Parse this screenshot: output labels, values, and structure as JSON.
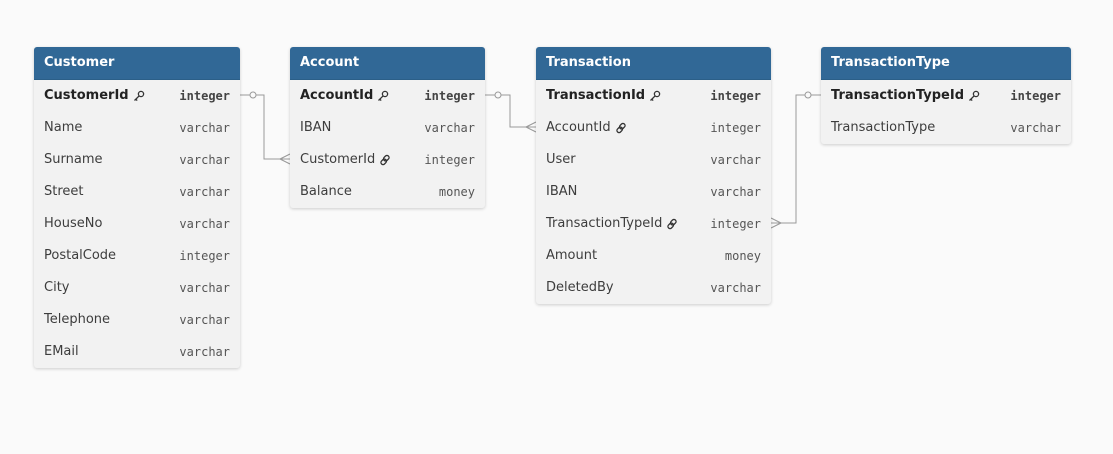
{
  "tables": [
    {
      "title": "Customer",
      "columns": [
        {
          "name": "CustomerId",
          "type": "integer",
          "icon": "key-icon"
        },
        {
          "name": "Name",
          "type": "varchar"
        },
        {
          "name": "Surname",
          "type": "varchar"
        },
        {
          "name": "Street",
          "type": "varchar"
        },
        {
          "name": "HouseNo",
          "type": "varchar"
        },
        {
          "name": "PostalCode",
          "type": "integer"
        },
        {
          "name": "City",
          "type": "varchar"
        },
        {
          "name": "Telephone",
          "type": "varchar"
        },
        {
          "name": "EMail",
          "type": "varchar"
        }
      ]
    },
    {
      "title": "Account",
      "columns": [
        {
          "name": "AccountId",
          "type": "integer",
          "icon": "key-icon"
        },
        {
          "name": "IBAN",
          "type": "varchar"
        },
        {
          "name": "CustomerId",
          "type": "integer",
          "icon": "link-icon"
        },
        {
          "name": "Balance",
          "type": "money"
        }
      ]
    },
    {
      "title": "Transaction",
      "columns": [
        {
          "name": "TransactionId",
          "type": "integer",
          "icon": "key-icon"
        },
        {
          "name": "AccountId",
          "type": "integer",
          "icon": "link-icon"
        },
        {
          "name": "User",
          "type": "varchar"
        },
        {
          "name": "IBAN",
          "type": "varchar"
        },
        {
          "name": "TransactionTypeId",
          "type": "integer",
          "icon": "link-icon"
        },
        {
          "name": "Amount",
          "type": "money"
        },
        {
          "name": "DeletedBy",
          "type": "varchar"
        }
      ]
    },
    {
      "title": "TransactionType",
      "columns": [
        {
          "name": "TransactionTypeId",
          "type": "integer",
          "icon": "key-icon"
        },
        {
          "name": "TransactionType",
          "type": "varchar"
        }
      ]
    }
  ],
  "relationships": [
    {
      "from": "Customer.CustomerId",
      "to": "Account.CustomerId",
      "cardinality": "one-to-many"
    },
    {
      "from": "Account.AccountId",
      "to": "Transaction.AccountId",
      "cardinality": "one-to-many"
    },
    {
      "from": "TransactionType.TransactionTypeId",
      "to": "Transaction.TransactionTypeId",
      "cardinality": "one-to-many"
    }
  ],
  "colors": {
    "header": "#316896",
    "body": "#f2f2f2",
    "line": "#999999",
    "background": "#fafafa"
  }
}
